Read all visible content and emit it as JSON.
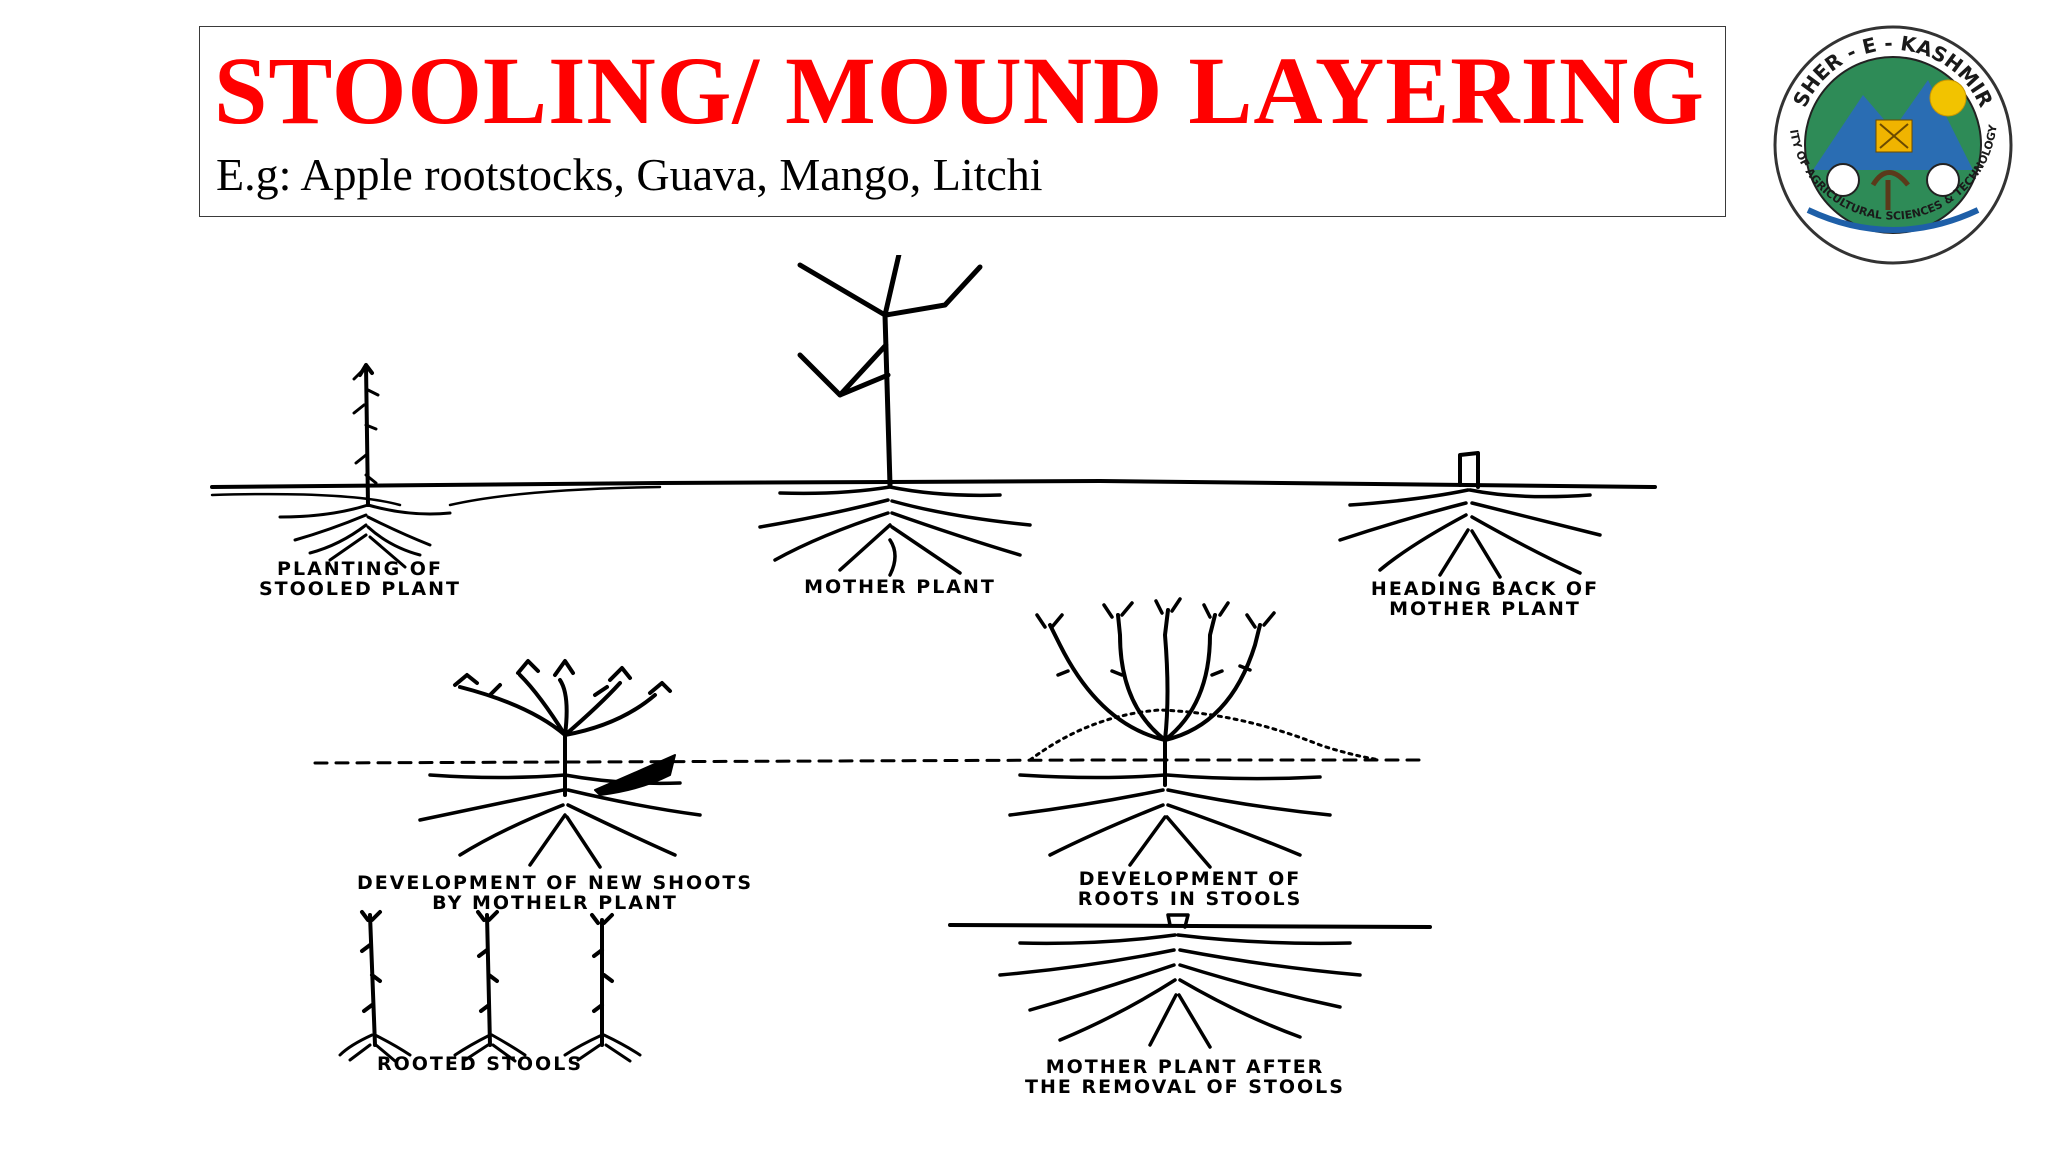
{
  "header": {
    "title": "STOOLING/ MOUND LAYERING",
    "subtitle": "E.g: Apple rootstocks, Guava, Mango, Litchi",
    "title_color": "#ff0000"
  },
  "logo": {
    "top_text": "SHER - E - KASHMIR",
    "ring_text": "UNIVERSITY OF AGRICULTURAL SCIENCES & TECHNOLOGY, JAMMU"
  },
  "diagram": {
    "labels": {
      "planting_1": "PLANTING OF",
      "planting_2": "STOOLED PLANT",
      "mother": "MOTHER PLANT",
      "heading_1": "HEADING BACK OF",
      "heading_2": "MOTHER PLANT",
      "shoots_1": "DEVELOPMENT OF NEW SHOOTS",
      "shoots_2": "BY MOTHELR PLANT",
      "roots_1": "DEVELOPMENT OF",
      "roots_2": "ROOTS IN STOOLS",
      "rooted": "ROOTED STOOLS",
      "after_1": "MOTHER PLANT AFTER",
      "after_2": "THE REMOVAL OF STOOLS"
    }
  }
}
